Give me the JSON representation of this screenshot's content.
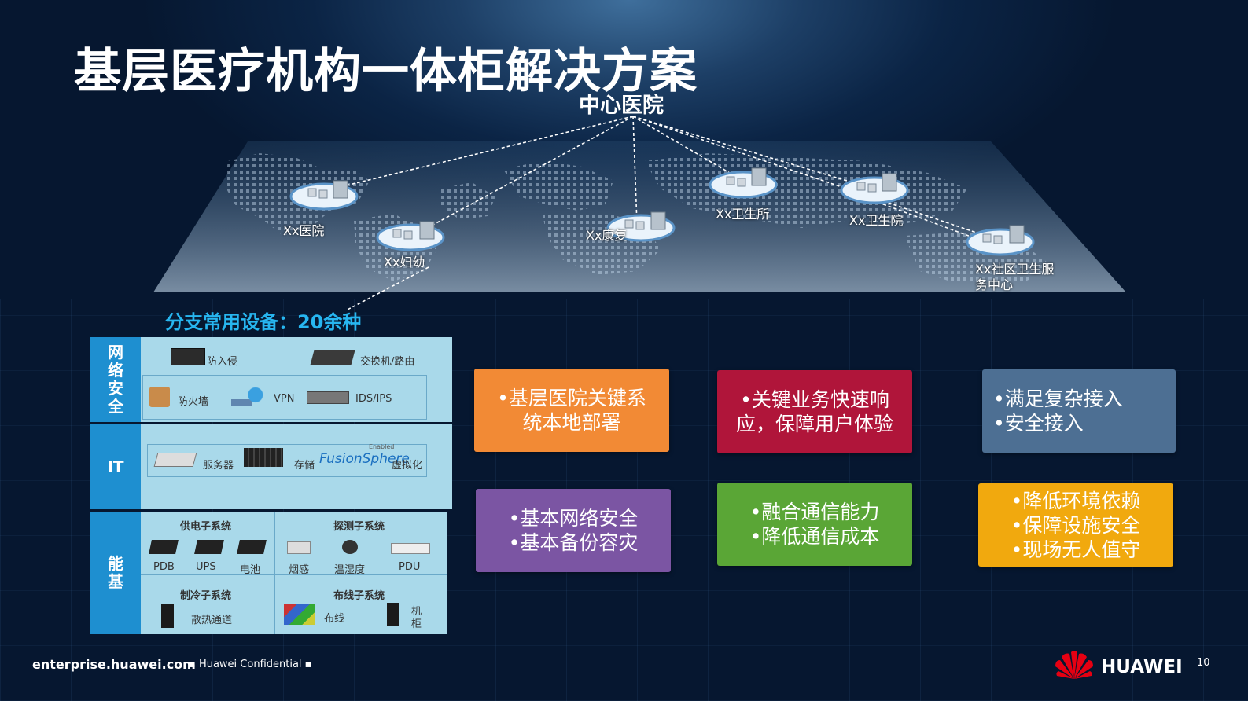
{
  "slide": {
    "title": "基层医疗机构一体柜解决方案",
    "center_hospital": "中心医院",
    "nodes": [
      "Xx医院",
      "Xx妇幼",
      "Xx康复",
      "Xx卫生所",
      "Xx卫生院",
      "Xx社区卫生服",
      "务中心"
    ],
    "branch_title": "分支常用设备：20余种"
  },
  "equipment": {
    "network_security": {
      "category": "网络安全",
      "items": [
        "防入侵",
        "交换机/路由",
        "防火墙",
        "VPN",
        "IDS/IPS"
      ]
    },
    "it": {
      "category": "IT",
      "items": [
        "服务器",
        "存储",
        "虚拟化"
      ],
      "fusion_logo": "FusionSphere",
      "fusion_tag": "Enabled"
    },
    "infrastructure": {
      "category": "能基",
      "power": {
        "heading": "供电子系统",
        "items": [
          "PDB",
          "UPS",
          "电池"
        ]
      },
      "sensing": {
        "heading": "探测子系统",
        "items": [
          "烟感",
          "温湿度",
          "PDU"
        ]
      },
      "cooling": {
        "heading": "制冷子系统",
        "items": [
          "散热通道"
        ]
      },
      "cabling": {
        "heading": "布线子系统",
        "items": [
          "布线",
          "机",
          "柜"
        ]
      }
    }
  },
  "cards": [
    {
      "lines": [
        "•基层医院关键系",
        "统本地部署"
      ],
      "color": "#f28a35"
    },
    {
      "lines": [
        "•关键业务快速响",
        "应，保障用户体验"
      ],
      "color": "#b0153a"
    },
    {
      "lines": [
        "•满足复杂接入",
        "•安全接入"
      ],
      "color": "#4d6f93"
    },
    {
      "lines": [
        "•基本网络安全",
        "•基本备份容灾"
      ],
      "color": "#7b55a3"
    },
    {
      "lines": [
        "•融合通信能力",
        "•降低通信成本"
      ],
      "color": "#5aa636"
    },
    {
      "lines": [
        "•降低环境依赖",
        "•保障设施安全",
        "•现场无人值守"
      ],
      "color": "#f1a90e"
    }
  ],
  "footer": {
    "url": "enterprise.huawei.com",
    "confidential": "▪  Huawei Confidential  ▪",
    "brand": "HUAWEI",
    "page": "10"
  }
}
